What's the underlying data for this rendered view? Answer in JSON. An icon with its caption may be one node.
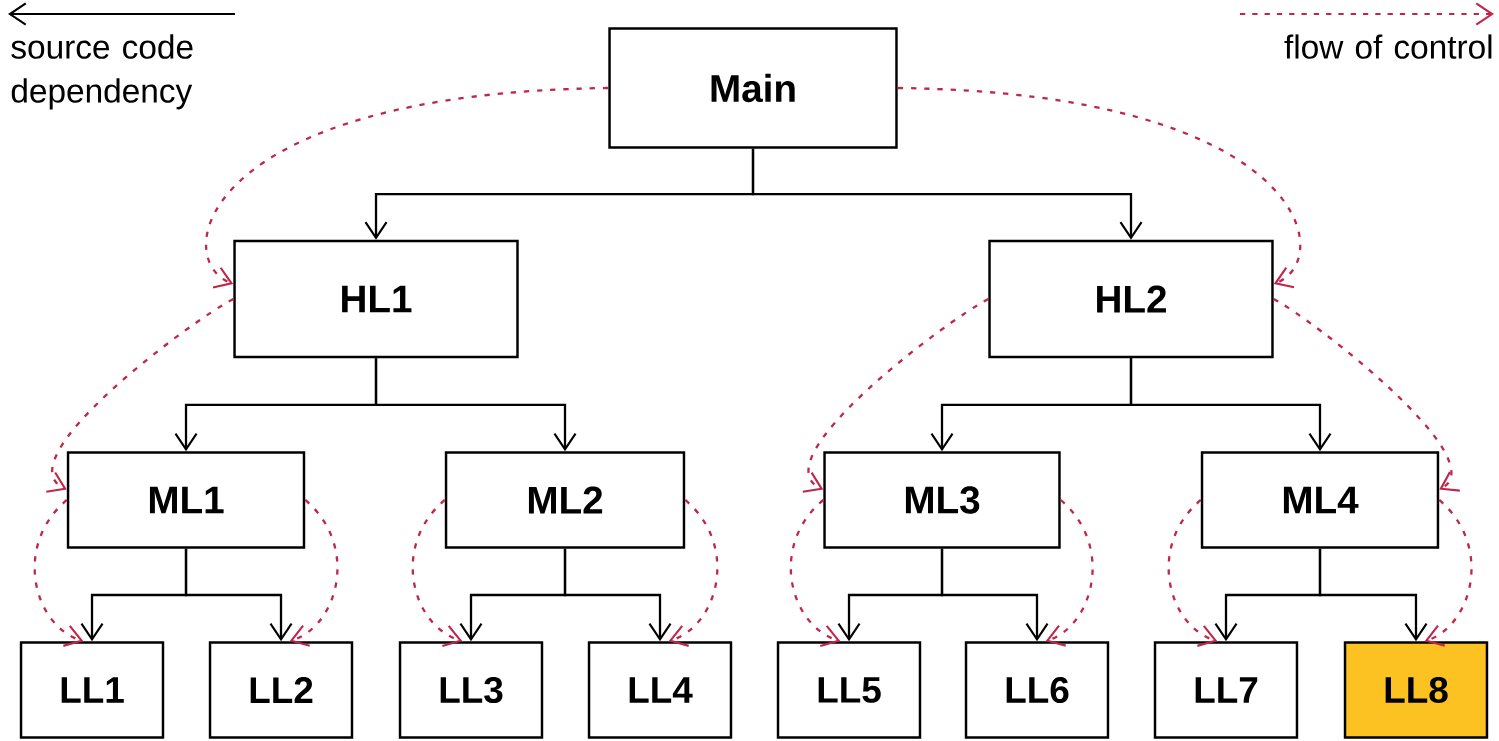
{
  "diagram": {
    "nodes": [
      {
        "text": [
          "Main"
        ]
      },
      {
        "text": [
          "HL1"
        ]
      },
      {
        "text": [
          "HL2"
        ]
      },
      {
        "text": [
          "ML1"
        ]
      },
      {
        "text": [
          "ML2"
        ]
      },
      {
        "text": [
          "ML3"
        ]
      },
      {
        "text": [
          "ML4"
        ]
      },
      {
        "text": [
          "LL1"
        ]
      },
      {
        "text": [
          "LL2"
        ]
      },
      {
        "text": [
          "LL3"
        ]
      },
      {
        "text": [
          "LL4"
        ]
      },
      {
        "text": [
          "LL5"
        ]
      },
      {
        "text": [
          "LL6"
        ]
      },
      {
        "text": [
          "LL7"
        ]
      },
      {
        "text": [
          "LL8"
        ]
      }
    ],
    "edges": [
      {
        "from": 0,
        "to": 1,
        "arrow": "to"
      },
      {
        "from": 0,
        "to": 2,
        "arrow": "to"
      },
      {
        "from": 1,
        "to": 3,
        "arrow": "to"
      },
      {
        "from": 1,
        "to": 4,
        "arrow": "to"
      },
      {
        "from": 2,
        "to": 5,
        "arrow": "to"
      },
      {
        "from": 2,
        "to": 6,
        "arrow": "to"
      },
      {
        "from": 3,
        "to": 7,
        "arrow": "to"
      },
      {
        "from": 3,
        "to": 8,
        "arrow": "to"
      },
      {
        "from": 4,
        "to": 9,
        "arrow": "to"
      },
      {
        "from": 4,
        "to": 10,
        "arrow": "to"
      },
      {
        "from": 5,
        "to": 11,
        "arrow": "to"
      },
      {
        "from": 5,
        "to": 12,
        "arrow": "to"
      },
      {
        "from": 6,
        "to": 13,
        "arrow": "to"
      },
      {
        "from": 6,
        "to": 14,
        "arrow": "to"
      },
      {
        "from": 0,
        "to": 1,
        "arrow": "to",
        "style": "dashed",
        "color": "#c0254a"
      },
      {
        "from": 0,
        "to": 2,
        "arrow": "to",
        "style": "dashed",
        "color": "#c0254a"
      },
      {
        "from": 1,
        "to": 3,
        "arrow": "to",
        "style": "dashed",
        "color": "#c0254a"
      },
      {
        "from": 2,
        "to": 5,
        "arrow": "to",
        "style": "dashed",
        "color": "#c0254a"
      },
      {
        "from": 2,
        "to": 6,
        "arrow": "to",
        "style": "dashed",
        "color": "#c0254a"
      },
      {
        "from": 3,
        "to": 7,
        "arrow": "to",
        "style": "dashed",
        "color": "#c0254a"
      },
      {
        "from": 3,
        "to": 8,
        "arrow": "to",
        "style": "dashed",
        "color": "#c0254a"
      },
      {
        "from": 4,
        "to": 9,
        "arrow": "to",
        "style": "dashed",
        "color": "#c0254a"
      },
      {
        "from": 4,
        "to": 10,
        "arrow": "to",
        "style": "dashed",
        "color": "#c0254a"
      },
      {
        "from": 5,
        "to": 11,
        "arrow": "to",
        "style": "dashed",
        "color": "#c0254a"
      },
      {
        "from": 5,
        "to": 12,
        "arrow": "to",
        "style": "dashed",
        "color": "#c0254a"
      },
      {
        "from": 6,
        "to": 13,
        "arrow": "to",
        "style": "dashed",
        "color": "#c0254a"
      },
      {
        "from": 6,
        "to": 14,
        "arrow": "to",
        "style": "dashed",
        "color": "#c0254a"
      }
    ],
    "legend": [
      {
        "text": "source code dependency"
      },
      {
        "text": "flow of control"
      }
    ]
  }
}
